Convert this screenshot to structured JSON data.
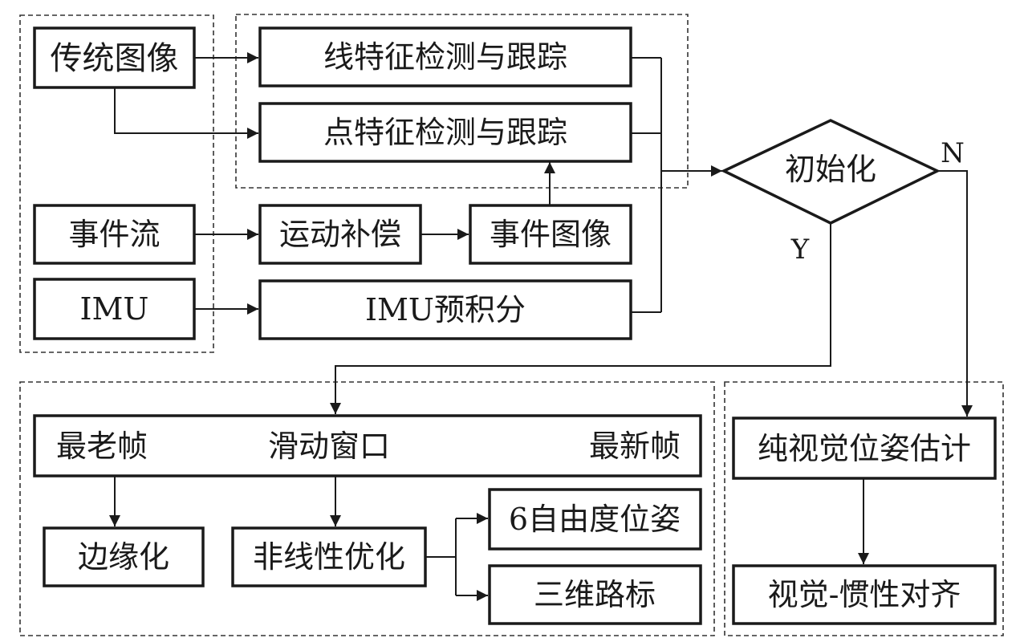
{
  "nodes": {
    "traditional_image": "传统图像",
    "event_stream": "事件流",
    "imu": "IMU",
    "line_feature": "线特征检测与跟踪",
    "point_feature": "点特征检测与跟踪",
    "motion_compensation": "运动补偿",
    "event_image": "事件图像",
    "imu_preintegration": "IMU预积分",
    "initialization": "初始化",
    "sliding_window": {
      "oldest_frame": "最老帧",
      "title": "滑动窗口",
      "newest_frame": "最新帧"
    },
    "marginalization": "边缘化",
    "nonlinear_optimization": "非线性优化",
    "pose_6dof": "6自由度位姿",
    "landmarks_3d": "三维路标",
    "vision_only_pose": "纯视觉位姿估计",
    "visual_inertial_alignment": "视觉-惯性对齐"
  },
  "branches": {
    "yes": "Y",
    "no": "N"
  }
}
